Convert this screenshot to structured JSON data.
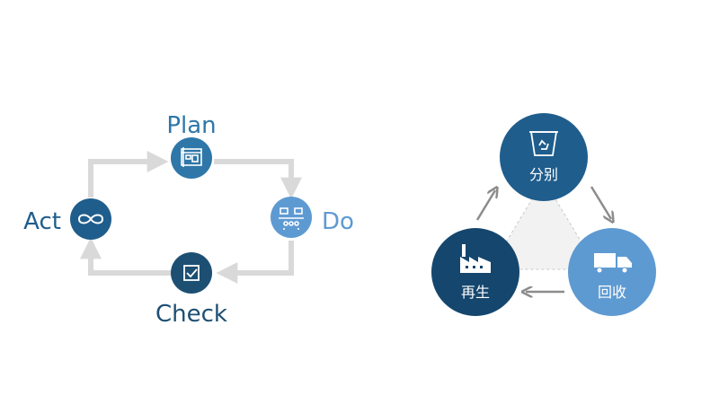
{
  "pdca": {
    "title": "",
    "nodes": [
      {
        "id": "plan",
        "label": "Plan",
        "icon": "blueprint-icon",
        "color": "#2e77a8"
      },
      {
        "id": "do",
        "label": "Do",
        "icon": "team-meeting-icon",
        "color": "#5e9ad2"
      },
      {
        "id": "check",
        "label": "Check",
        "icon": "checkbox-icon",
        "color": "#1d4f73"
      },
      {
        "id": "act",
        "label": "Act",
        "icon": "infinity-icon",
        "color": "#1f5d8c"
      }
    ],
    "label_colors": {
      "plan": "#2e77a8",
      "do": "#5e9ad2",
      "check": "#1d4f73",
      "act": "#1f5d8c"
    },
    "connector_color": "#d9d9d9"
  },
  "recycle": {
    "title": "",
    "nodes": [
      {
        "id": "sort",
        "label": "分别",
        "icon": "recycle-bin-icon",
        "color": "#1f5d8c"
      },
      {
        "id": "collect",
        "label": "回收",
        "icon": "truck-icon",
        "color": "#5e9ad2"
      },
      {
        "id": "reuse",
        "label": "再生",
        "icon": "factory-icon",
        "color": "#15466d"
      }
    ],
    "arrow_color": "#8c8c8c",
    "triangle_fill": "#f2f2f2"
  }
}
